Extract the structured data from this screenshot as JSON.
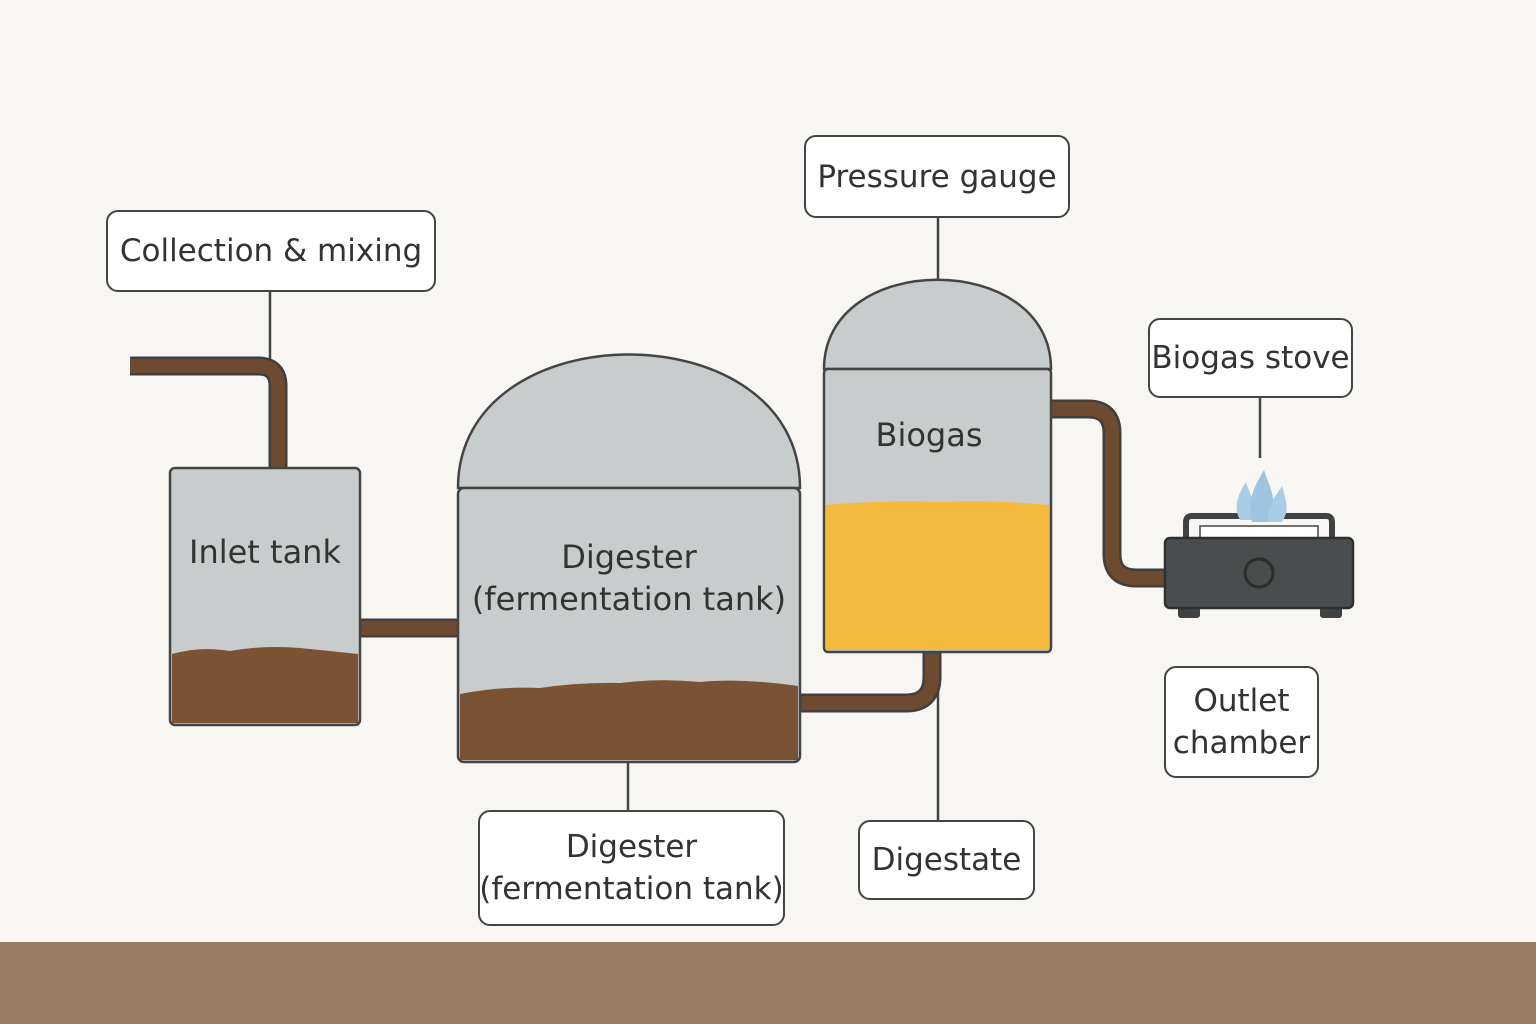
{
  "labels": {
    "collection_mixing": "Collection & mixing",
    "pressure_gauge": "Pressure gauge",
    "biogas_stove": "Biogas stove",
    "outlet_chamber_line1": "Outlet",
    "outlet_chamber_line2": "chamber",
    "digester_bottom_line1": "Digester",
    "digester_bottom_line2": "(fermentation tank)",
    "digestate": "Digestate"
  },
  "inner_labels": {
    "inlet_tank": "Inlet tank",
    "digester_line1": "Digester",
    "digester_line2": "(fermentation tank)",
    "biogas": "Biogas"
  },
  "colors": {
    "background": "#f7f6f2",
    "tank_gray": "#c9cccd",
    "slurry_brown": "#7a5234",
    "pipe_brown": "#6e4a30",
    "biogas_yellow": "#f5b93d",
    "ground": "#977b62",
    "stove": "#4a4d4d",
    "flame": "#a9cde6",
    "outline": "#444444"
  }
}
